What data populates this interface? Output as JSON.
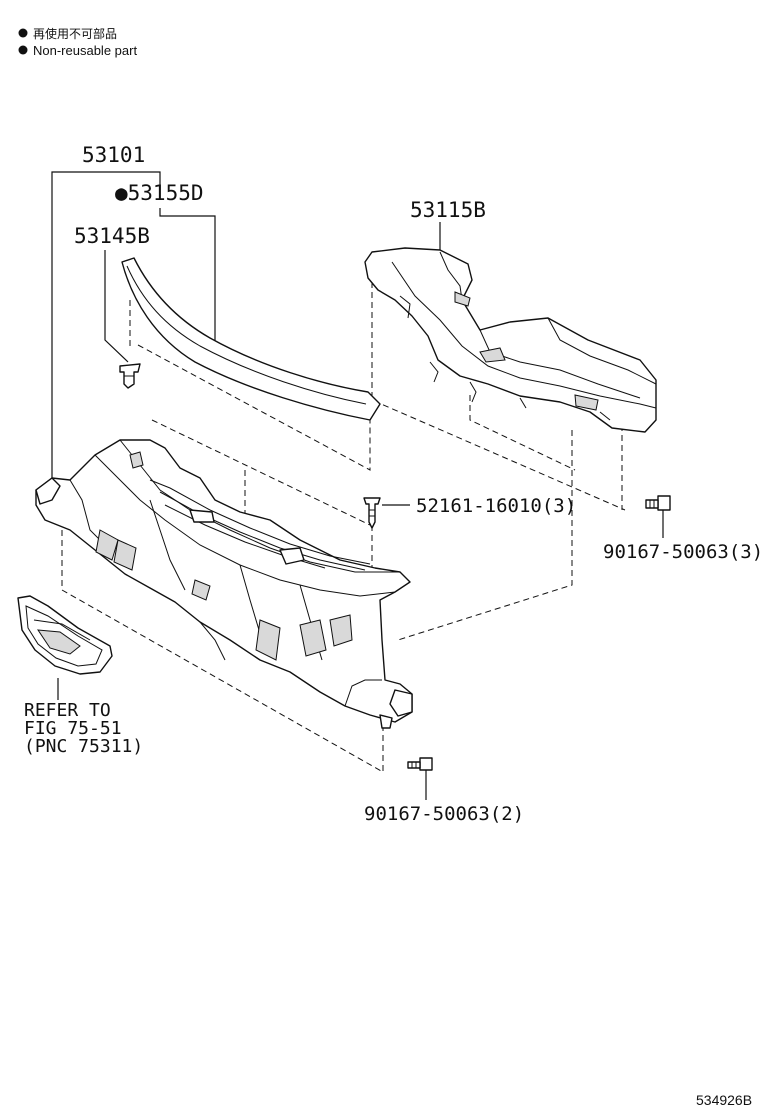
{
  "legend": {
    "items": [
      {
        "symbol": "●",
        "text": "再使用不可部品"
      },
      {
        "symbol": "●",
        "text": "Non-reusable part"
      }
    ]
  },
  "parts": {
    "p53101": "53101",
    "p53155D": "●53155D",
    "p53145B": "53145B",
    "p53115B": "53115B",
    "p52161": "52161-16010(3)",
    "p90167_3": "90167-50063(3)",
    "p90167_2": "90167-50063(2)"
  },
  "refer": {
    "line1": "REFER TO",
    "line2": "FIG 75-51",
    "line3": "(PNC 75311)"
  },
  "figure_id": "534926B"
}
